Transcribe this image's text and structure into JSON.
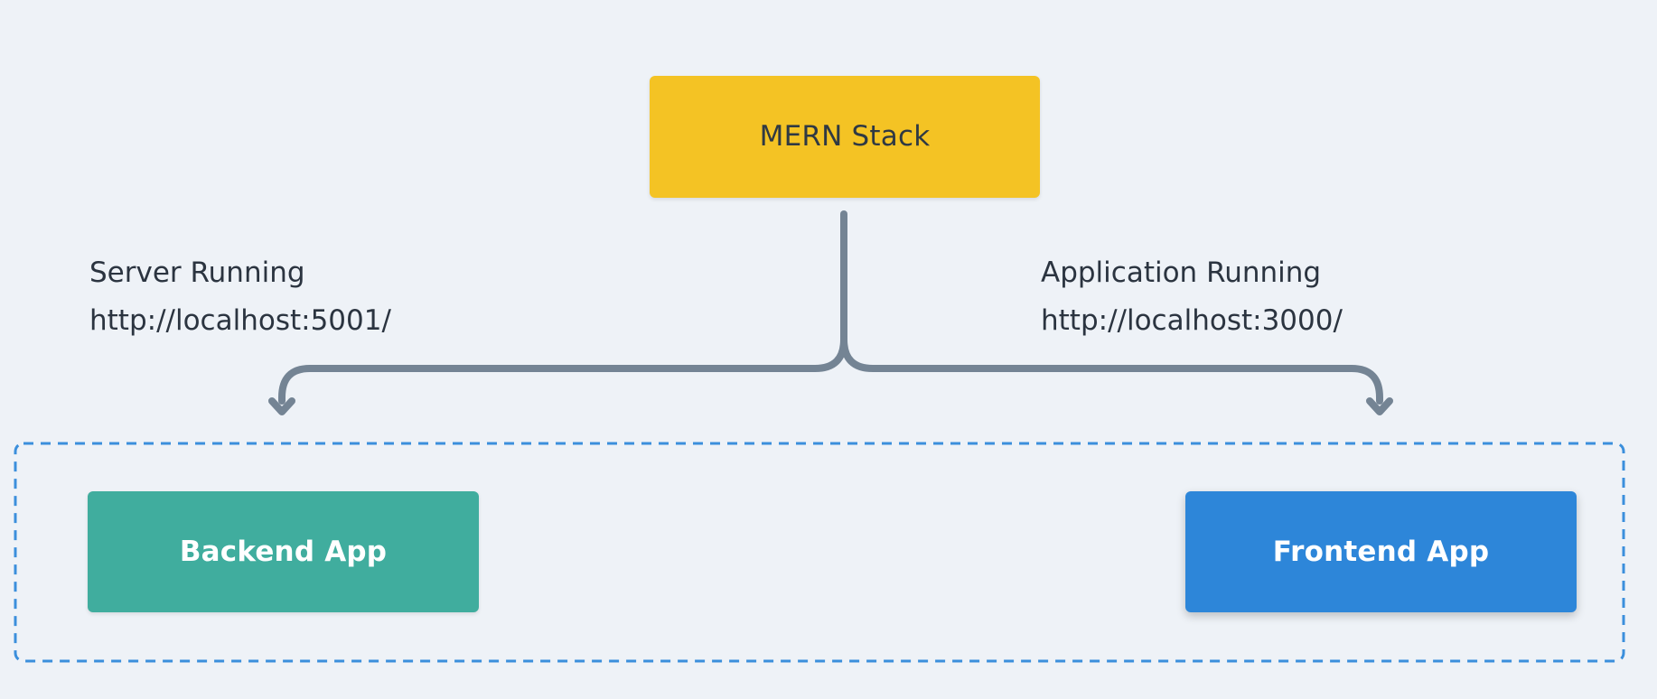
{
  "diagram": {
    "root": {
      "label": "MERN Stack",
      "color": "#f4c324"
    },
    "left_annotation": {
      "title": "Server Running",
      "url": "http://localhost:5001/"
    },
    "right_annotation": {
      "title": "Application Running",
      "url": "http://localhost:3000/"
    },
    "children": [
      {
        "label": "Backend App",
        "color": "#40ad9e"
      },
      {
        "label": "Frontend App",
        "color": "#2d86d9"
      }
    ],
    "group_border_color": "#3b8fdc",
    "connector_color": "#748494"
  }
}
